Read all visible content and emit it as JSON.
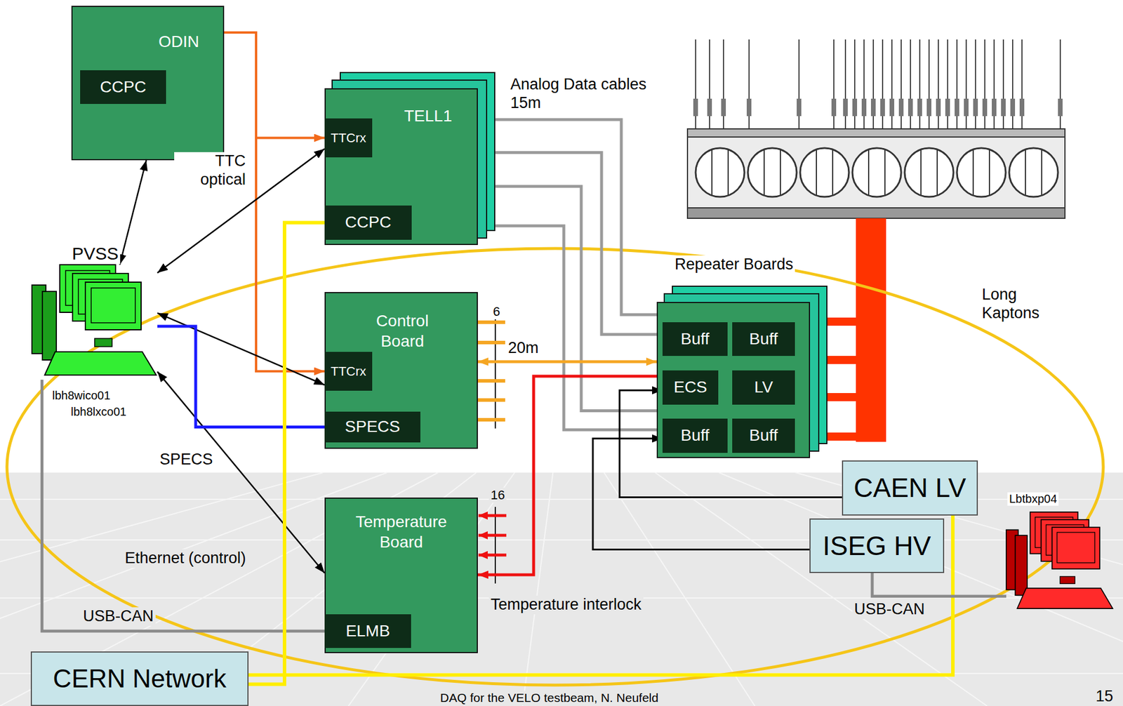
{
  "diagram": {
    "nodes": [
      {
        "text": [
          "ODIN"
        ]
      },
      {
        "text": [
          "CCPC"
        ],
        "in": 0
      },
      {
        "text": [
          "TELL1"
        ]
      },
      {
        "text": [
          "TTCrx"
        ],
        "in": 2
      },
      {
        "text": [
          "CCPC"
        ],
        "in": 2
      },
      {
        "text": [
          "PVSS",
          "lbh8wico01",
          "lbh8lxco01"
        ]
      },
      {
        "text": [
          "Control Board"
        ]
      },
      {
        "text": [
          "TTCrx"
        ],
        "in": 6
      },
      {
        "text": [
          "SPECS"
        ],
        "in": 6
      },
      {
        "text": [
          "Temperature Board"
        ]
      },
      {
        "text": [
          "ELMB"
        ],
        "in": 9
      },
      {
        "text": [
          "Repeater Boards"
        ]
      },
      {
        "text": [
          "Buff"
        ],
        "in": 11
      },
      {
        "text": [
          "Buff"
        ],
        "in": 11
      },
      {
        "text": [
          "ECS"
        ],
        "in": 11
      },
      {
        "text": [
          "LV"
        ],
        "in": 11
      },
      {
        "text": [
          "Buff"
        ],
        "in": 11
      },
      {
        "text": [
          "Buff"
        ],
        "in": 11
      },
      {
        "text": [
          "CAEN LV"
        ]
      },
      {
        "text": [
          "ISEG HV"
        ]
      },
      {
        "text": [
          "Lbtbxp04"
        ]
      },
      {
        "text": [
          "CERN Network"
        ]
      }
    ],
    "edges": [
      {
        "from": 0,
        "to": 3,
        "arrow": "to"
      },
      {
        "from": 0,
        "to": 7,
        "arrow": "to"
      },
      {
        "from": 5,
        "to": 0,
        "arrow": "both"
      },
      {
        "from": 5,
        "to": 3,
        "arrow": "both"
      },
      {
        "from": 5,
        "to": 7,
        "arrow": "both"
      },
      {
        "from": 5,
        "to": 9,
        "arrow": "both"
      },
      {
        "from": 5,
        "to": 8,
        "arrow": "none"
      },
      {
        "from": 5,
        "to": 10,
        "label": "USB-CAN",
        "arrow": "none"
      },
      {
        "from": 21,
        "to": 4,
        "arrow": "none"
      },
      {
        "from": 21,
        "to": 18,
        "arrow": "none"
      },
      {
        "from": 11,
        "to": 2,
        "arrow": "to"
      },
      {
        "from": 11,
        "to": 2,
        "arrow": "to"
      },
      {
        "from": 11,
        "to": 2,
        "arrow": "to"
      },
      {
        "from": 11,
        "to": 2,
        "arrow": "to"
      },
      {
        "from": 6,
        "to": 11,
        "label": "20m",
        "arrow": "both"
      },
      {
        "from": 14,
        "to": 9,
        "arrow": "to"
      },
      {
        "from": 18,
        "to": 14,
        "arrow": "to"
      },
      {
        "from": 19,
        "to": 16,
        "arrow": "to"
      },
      {
        "from": 19,
        "to": 20,
        "label": "USB-CAN",
        "arrow": "none"
      }
    ],
    "labels": [
      "TTC optical",
      "Analog Data cables 15m",
      "6",
      "16",
      "Temperature interlock",
      "SPECS",
      "Ethernet (control)",
      "Long Kaptons",
      "DAQ for the VELO testbeam, N. Neufeld",
      "15"
    ]
  }
}
